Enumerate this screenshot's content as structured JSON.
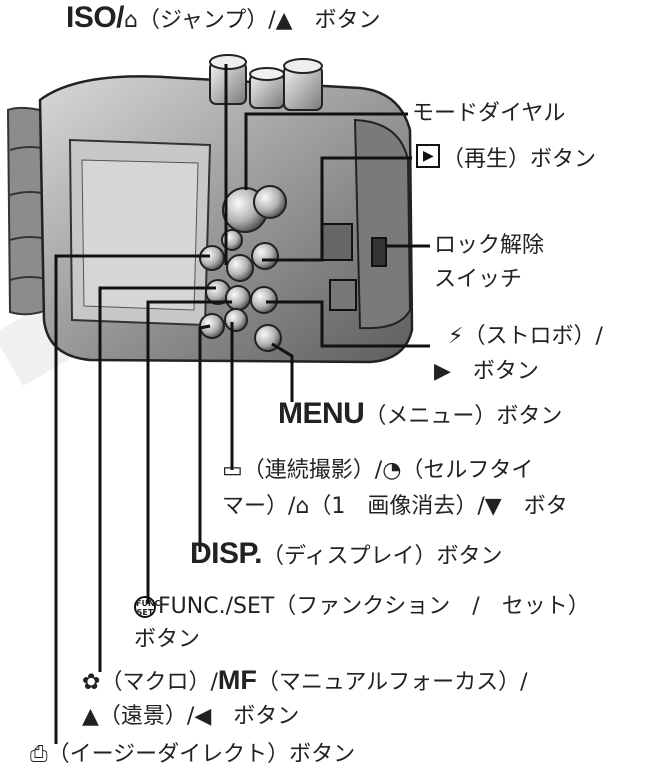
{
  "labels": {
    "iso": {
      "prefix": "ISO/",
      "glyph": "⌂",
      "text": "（ジャンプ）/▲　ボタン"
    },
    "mode_dial": "モードダイヤル",
    "playback": {
      "glyph": "▶",
      "text": "（再生）ボタン"
    },
    "lock_release": {
      "line1": "ロック解除",
      "line2": "スイッチ"
    },
    "flash": {
      "glyph": "⚡",
      "text1": "（ストロボ）/",
      "text2": "▶　ボタン"
    },
    "menu": {
      "prefix": "MENU",
      "text": "（メニュー）ボタン"
    },
    "continuous": {
      "glyph1": "▭",
      "text1": "（連続撮影）/",
      "glyph2": "◔",
      "text1b": "（セルフタイ",
      "line2a": "マー）/",
      "glyph3": "⌂",
      "line2b": "（1　画像消去）/▼　ボタ"
    },
    "disp": {
      "prefix": "DISP.",
      "text": "（ディスプレイ）ボタン"
    },
    "func": {
      "glyph_top": "FUNC",
      "glyph_bottom": "SET",
      "line1": "FUNC./SET（ファンクション　/　セット）",
      "line2": "ボタン"
    },
    "macro": {
      "glyph1": "✿",
      "text1": "（マクロ）/",
      "mf": "MF",
      "text1b": "（マニュアルフォーカス）/",
      "glyph2": "▲",
      "text2": "（遠景）/◀　ボタン"
    },
    "easy_direct": {
      "glyph": "⎙",
      "text": "（イージーダイレクト）ボタン"
    }
  }
}
